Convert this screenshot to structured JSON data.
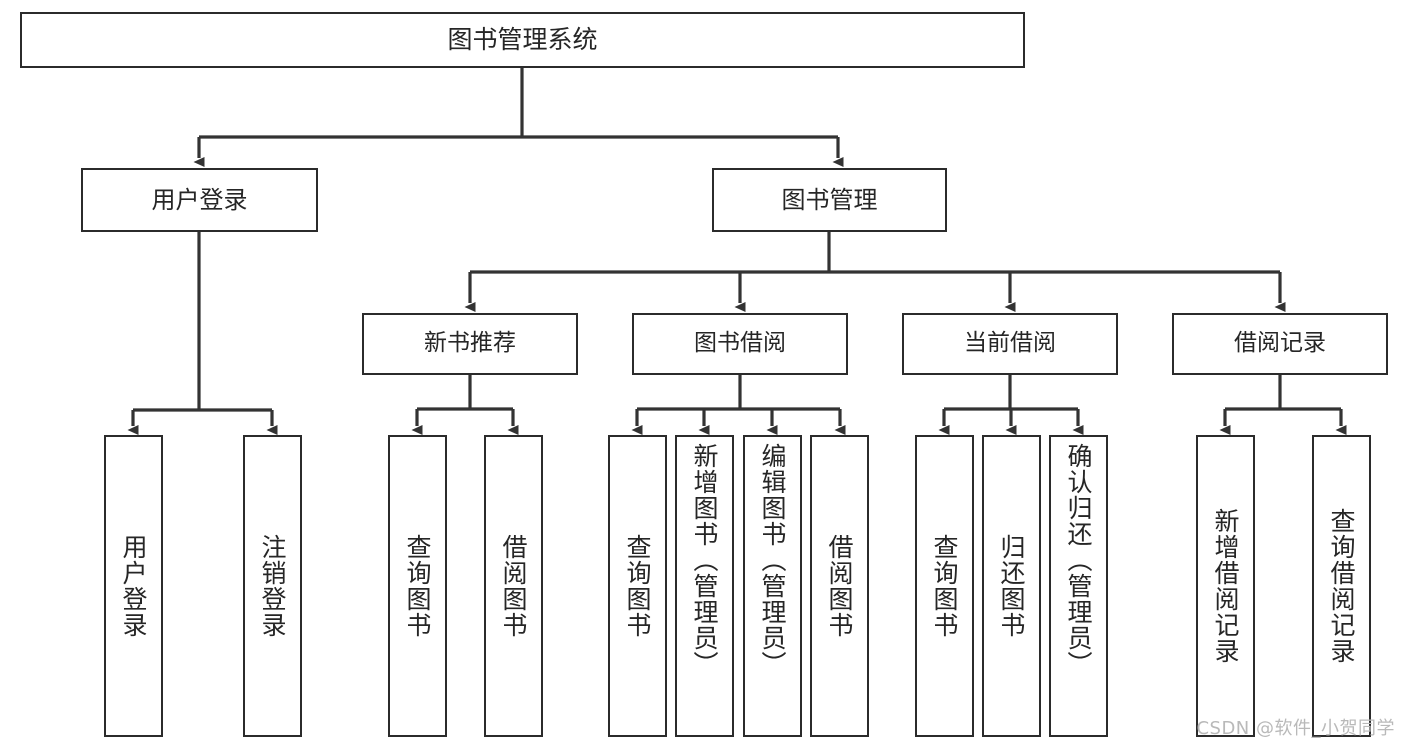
{
  "diagram": {
    "title": "图书管理系统",
    "type": "tree-hierarchy-diagram",
    "colors": {
      "box_border": "#2b2b2b",
      "box_fill": "#ffffff",
      "connector": "#333333",
      "text": "#262626",
      "watermark": "#b9b9b9"
    },
    "root": {
      "id": "root",
      "label": "图书管理系统"
    },
    "level2": [
      {
        "id": "user-login",
        "label": "用户登录"
      },
      {
        "id": "book-management",
        "label": "图书管理"
      }
    ],
    "level3": [
      {
        "id": "new-book-recommend",
        "label": "新书推荐",
        "parent": "book-management"
      },
      {
        "id": "book-borrow",
        "label": "图书借阅",
        "parent": "book-management"
      },
      {
        "id": "current-borrow",
        "label": "当前借阅",
        "parent": "book-management"
      },
      {
        "id": "borrow-record",
        "label": "借阅记录",
        "parent": "book-management"
      }
    ],
    "leaves": {
      "user_login": [
        {
          "id": "leaf-user-login",
          "label": "用户登录"
        },
        {
          "id": "leaf-user-logout",
          "label": "注销登录"
        }
      ],
      "new_book_recommend": [
        {
          "id": "leaf-query-book-1",
          "label": "查询图书"
        },
        {
          "id": "leaf-borrow-book-1",
          "label": "借阅图书"
        }
      ],
      "book_borrow": [
        {
          "id": "leaf-query-book-2",
          "label": "查询图书"
        },
        {
          "id": "leaf-add-book",
          "label": "新增图书（管理员）"
        },
        {
          "id": "leaf-edit-book",
          "label": "编辑图书（管理员）"
        },
        {
          "id": "leaf-borrow-book-2",
          "label": "借阅图书"
        }
      ],
      "current_borrow": [
        {
          "id": "leaf-query-book-3",
          "label": "查询图书"
        },
        {
          "id": "leaf-return-book",
          "label": "归还图书"
        },
        {
          "id": "leaf-confirm-return",
          "label": "确认归还（管理员）"
        }
      ],
      "borrow_record": [
        {
          "id": "leaf-add-record",
          "label": "新增借阅记录"
        },
        {
          "id": "leaf-query-record",
          "label": "查询借阅记录"
        }
      ]
    },
    "watermark": "CSDN @软件_小贺同学"
  }
}
